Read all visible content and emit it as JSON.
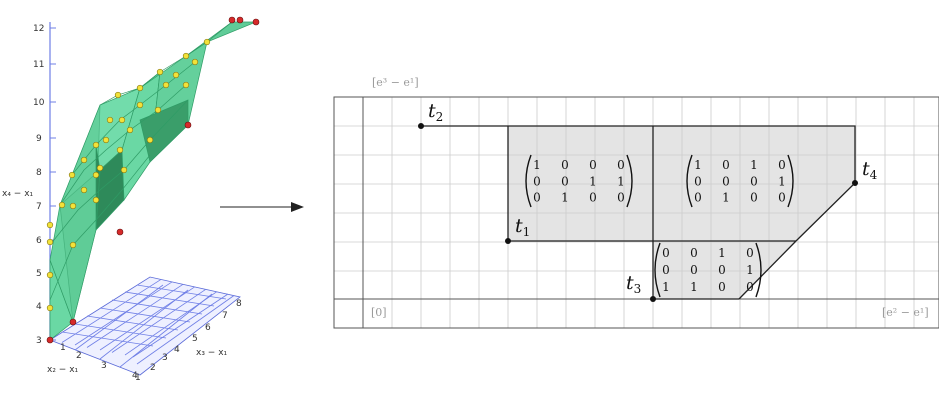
{
  "left_plot": {
    "y_axis_label": "x₄ − x₁",
    "x_axis_label": "x₂ − x₁",
    "depth_axis_label": "x₃ − x₁",
    "y_ticks": [
      "3",
      "4",
      "5",
      "6",
      "7",
      "8",
      "9",
      "10",
      "11",
      "12"
    ],
    "x_ticks": [
      "1",
      "2",
      "3",
      "4"
    ],
    "depth_ticks": [
      "1",
      "2",
      "3",
      "4",
      "5",
      "6",
      "7",
      "8"
    ],
    "colors": {
      "surface": "#5fd39a",
      "fold": "#2e8a5a",
      "grid": "#6f7fe6",
      "dot_yellow": "#f2e23a",
      "dot_red": "#d62a2a"
    }
  },
  "arrow": {
    "icon": "right-arrow-icon"
  },
  "right_diagram": {
    "corner_top_left": "[e³ − e¹]",
    "corner_bottom_left": "[0]",
    "corner_bottom_right": "[e² − e¹]",
    "points": [
      {
        "base": "t",
        "sub": "2"
      },
      {
        "base": "t",
        "sub": "1"
      },
      {
        "base": "t",
        "sub": "3"
      },
      {
        "base": "t",
        "sub": "4"
      }
    ],
    "matrices": [
      {
        "rows": [
          [
            "1",
            "0",
            "0",
            "0"
          ],
          [
            "0",
            "0",
            "1",
            "1"
          ],
          [
            "0",
            "1",
            "0",
            "0"
          ]
        ]
      },
      {
        "rows": [
          [
            "1",
            "0",
            "1",
            "0"
          ],
          [
            "0",
            "0",
            "0",
            "1"
          ],
          [
            "0",
            "1",
            "0",
            "0"
          ]
        ]
      },
      {
        "rows": [
          [
            "0",
            "0",
            "1",
            "0"
          ],
          [
            "0",
            "0",
            "0",
            "1"
          ],
          [
            "1",
            "1",
            "0",
            "0"
          ]
        ]
      }
    ],
    "colors": {
      "region": "#e4e4e4",
      "grid": "#cccccc",
      "line": "#222222"
    }
  }
}
